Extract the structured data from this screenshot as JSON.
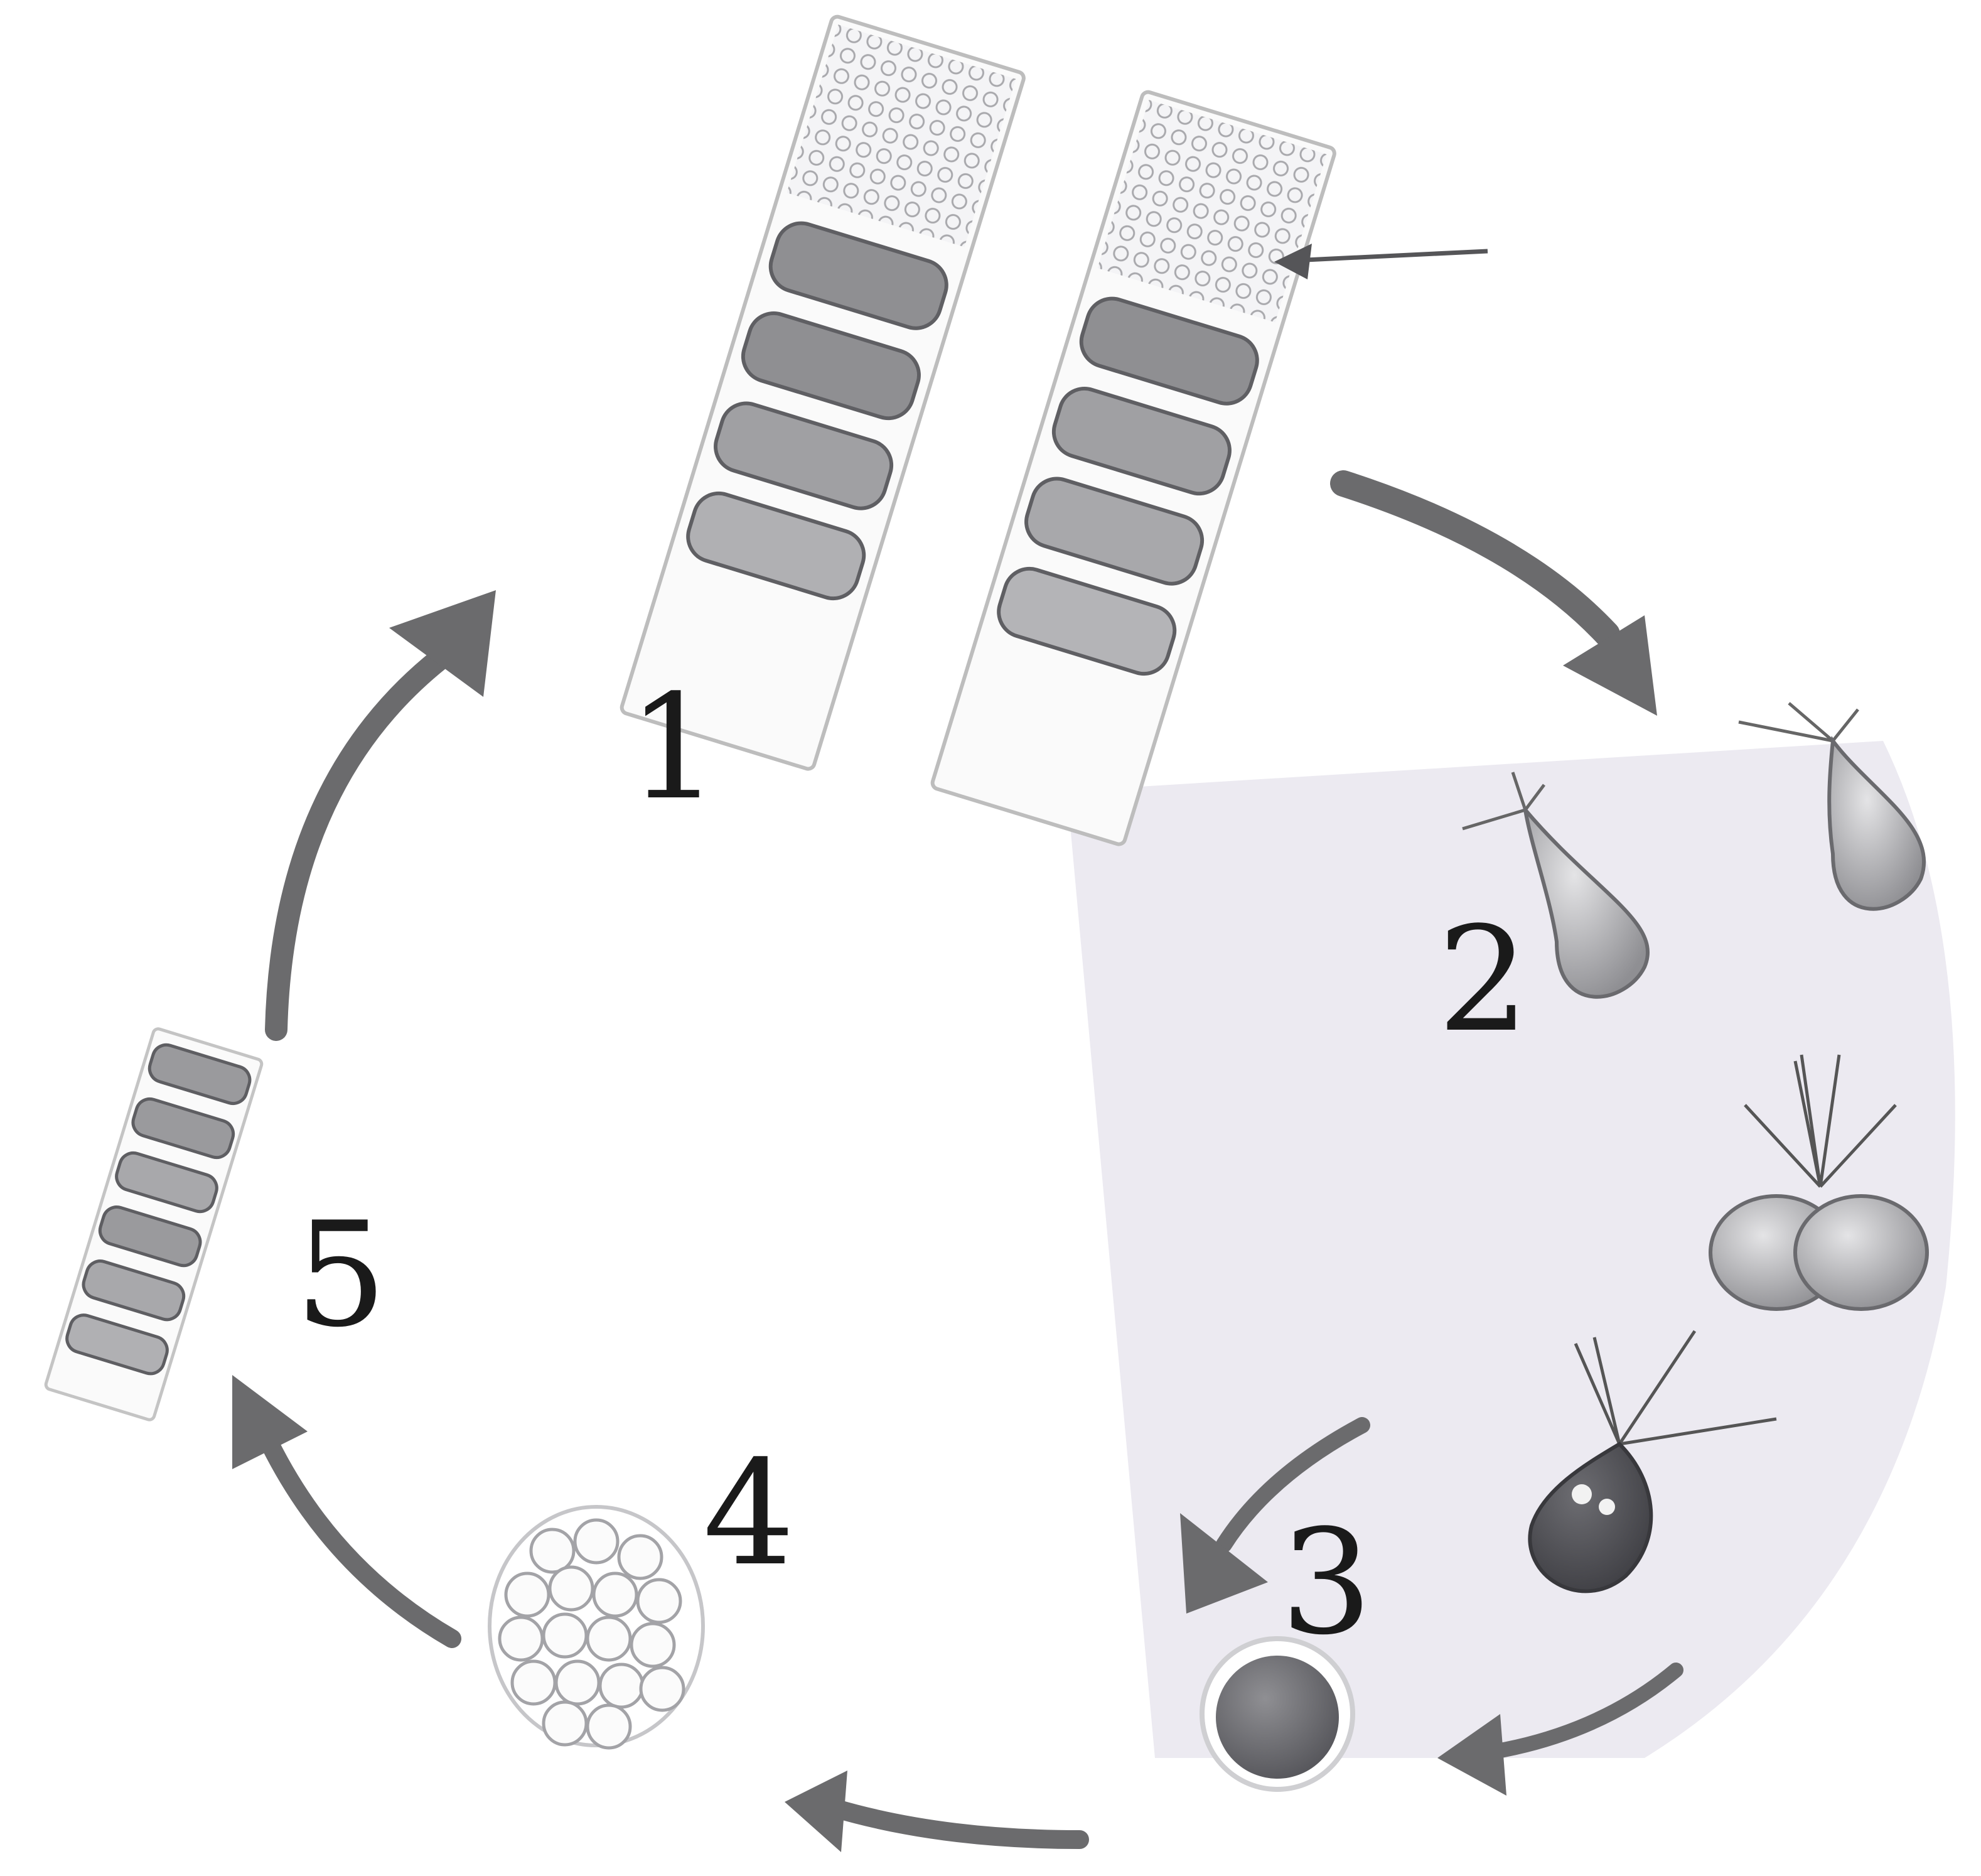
{
  "labels": {
    "stage_1": "1",
    "stage_2": "2",
    "stage_3": "3",
    "stage_4": "4",
    "stage_5": "5"
  },
  "colors": {
    "background": "#ffffff",
    "shaded_region": "#eceaf1",
    "arrow": "#6b6b6d",
    "cell_wall": "#b9b9b9",
    "chloroplast": "#8e8e90",
    "gamete": "#b7b7b9",
    "zygote": "#6f6f72",
    "text": "#1a1a1a"
  }
}
